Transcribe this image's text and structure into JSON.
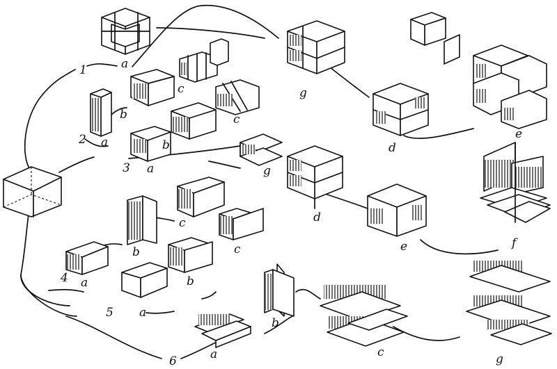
{
  "labels": {
    "n1": "1",
    "n2": "2",
    "n3": "3",
    "n4": "4",
    "n5": "5",
    "n6": "6",
    "a_top": "a",
    "a_r2": "a",
    "a_r3": "a",
    "a_r4": "a",
    "a_r5": "a",
    "a_r6": "a",
    "b_r2": "b",
    "b_r3": "b",
    "b_r4": "b",
    "b_r5": "b",
    "b_r6": "b",
    "c_top": "c",
    "c_r2": "c",
    "c_r4a": "c",
    "c_r4b": "c",
    "c_r6": "c",
    "g_top": "g",
    "g_mid": "g",
    "g_bot": "g",
    "d_mid": "d",
    "d_low": "d",
    "e_low": "e",
    "e_right": "e",
    "f_right": "f"
  }
}
